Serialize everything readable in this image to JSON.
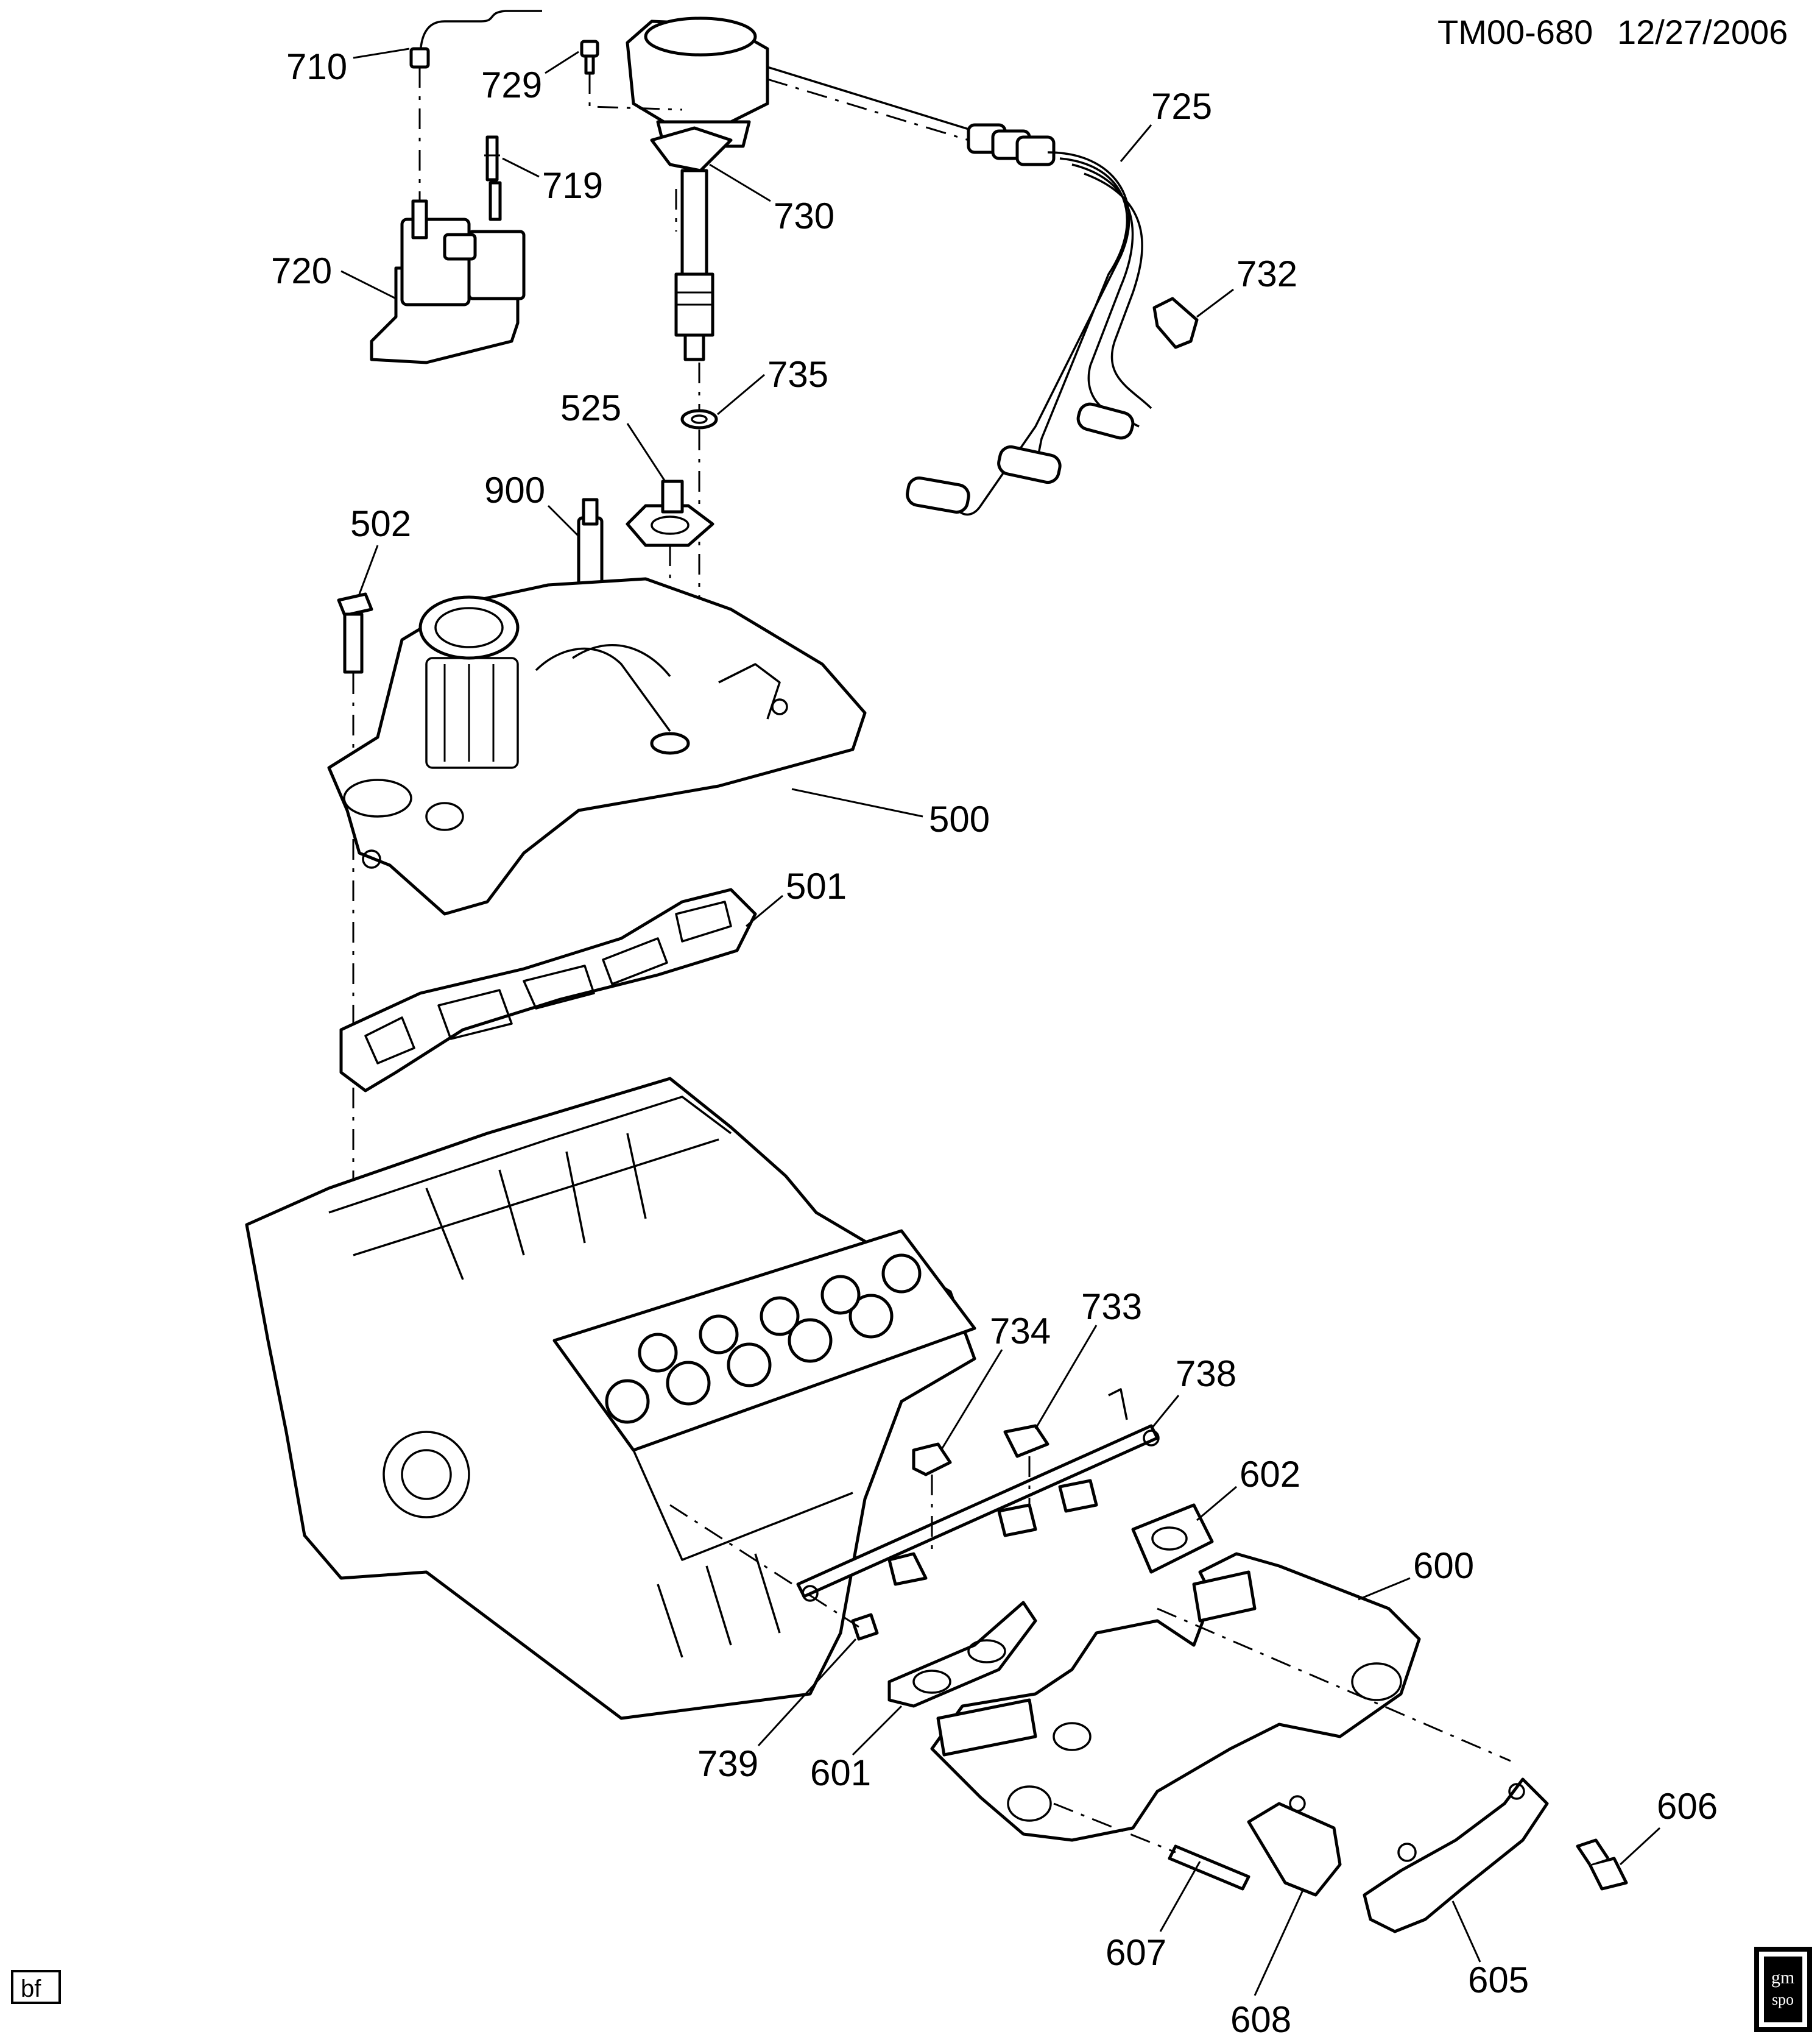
{
  "header": {
    "ref": "TM00-680",
    "date": "12/27/2006"
  },
  "callouts": {
    "c710": "710",
    "c729": "729",
    "c725": "725",
    "c719": "719",
    "c730": "730",
    "c720": "720",
    "c732": "732",
    "c735": "735",
    "c525": "525",
    "c900": "900",
    "c502": "502",
    "c500": "500",
    "c501": "501",
    "c734": "734",
    "c733": "733",
    "c738": "738",
    "c602": "602",
    "c600": "600",
    "c739": "739",
    "c601": "601",
    "c606": "606",
    "c607": "607",
    "c605": "605",
    "c608": "608"
  },
  "corner_tag": "bf",
  "logo_text": "gm spo"
}
